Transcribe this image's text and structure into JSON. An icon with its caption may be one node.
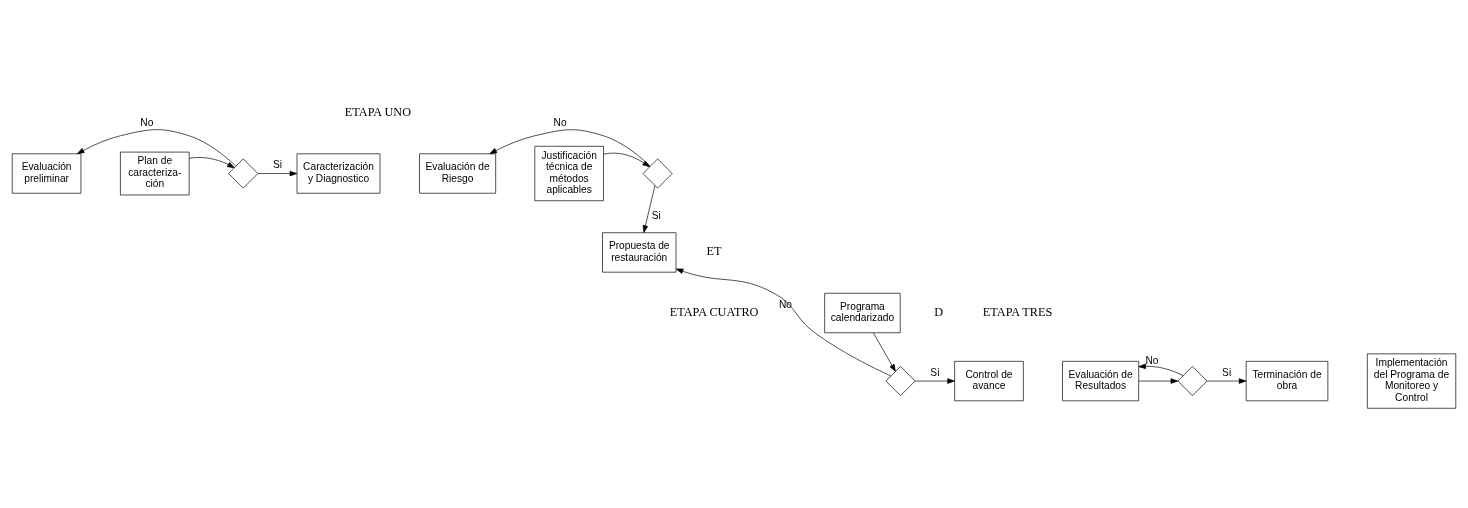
{
  "diagram": {
    "nodes": [
      {
        "text": [
          "Evaluación preliminar"
        ]
      },
      {
        "text": [
          "Plan de caracteriza- ción"
        ]
      },
      {
        "text": [],
        "shape": "diamond"
      },
      {
        "text": [
          "Caracterización y Diagnostico"
        ]
      },
      {
        "text": [
          "Evaluación de Riesgo"
        ]
      },
      {
        "text": [
          "Justificación técnica de métodos aplicables"
        ]
      },
      {
        "text": [],
        "shape": "diamond"
      },
      {
        "text": [
          "Propuesta de restauración"
        ]
      },
      {
        "text": [
          "Programa calendarizado"
        ]
      },
      {
        "text": [],
        "shape": "diamond"
      },
      {
        "text": [
          "Control de avance"
        ]
      },
      {
        "text": [
          "Evaluación de Resultados"
        ]
      },
      {
        "text": [],
        "shape": "diamond"
      },
      {
        "text": [
          "Terminación de obra"
        ]
      },
      {
        "text": [
          "Implementación del Programa de Monitoreo y Control"
        ]
      }
    ],
    "edges": [
      {
        "from": 1,
        "to": 2,
        "arrow": "to"
      },
      {
        "from": 2,
        "to": 3,
        "arrow": "to",
        "label": "Si"
      },
      {
        "from": 2,
        "to": 0,
        "arrow": "to",
        "label": "No"
      },
      {
        "from": 5,
        "to": 6,
        "arrow": "to"
      },
      {
        "from": 6,
        "to": 7,
        "arrow": "to",
        "label": "Si"
      },
      {
        "from": 6,
        "to": 4,
        "arrow": "to",
        "label": "No"
      },
      {
        "from": 8,
        "to": 9,
        "arrow": "to"
      },
      {
        "from": 9,
        "to": 7,
        "arrow": "to",
        "label": "No"
      },
      {
        "from": 9,
        "to": 10,
        "arrow": "to",
        "label": "Si"
      },
      {
        "from": 11,
        "to": 12,
        "arrow": "to"
      },
      {
        "from": 12,
        "to": 13,
        "arrow": "to",
        "label": "Si"
      },
      {
        "from": 12,
        "to": 11,
        "arrow": "to",
        "label": "No"
      }
    ],
    "labels": [
      "ETAPA UNO",
      "ET",
      "D",
      "ETAPA CUATRO",
      "ETAPA TRES"
    ]
  }
}
